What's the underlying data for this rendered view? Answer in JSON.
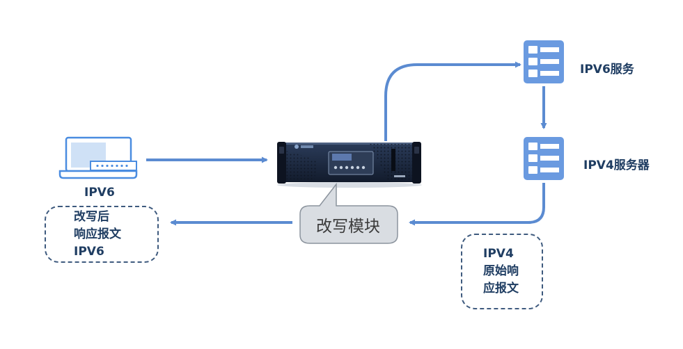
{
  "diagram": {
    "laptop_label": "IPV6",
    "ipv6_server_label": "IPV6服务",
    "ipv4_server_label": "IPV4服务器",
    "rewrite_module_label": "改写模块",
    "rewritten_response_lines": [
      "改写后",
      "响应报文",
      "IPV6"
    ],
    "original_response_lines": [
      "IPV4",
      "原始响",
      "应报文"
    ]
  },
  "colors": {
    "arrow": "#5b8bd1",
    "server_icon": "#6a9ae0",
    "dashed_border": "#3e5a7e",
    "label_text": "#1f3d62",
    "callout_fill": "#d9dde2",
    "device_body": "#1e2d45"
  }
}
